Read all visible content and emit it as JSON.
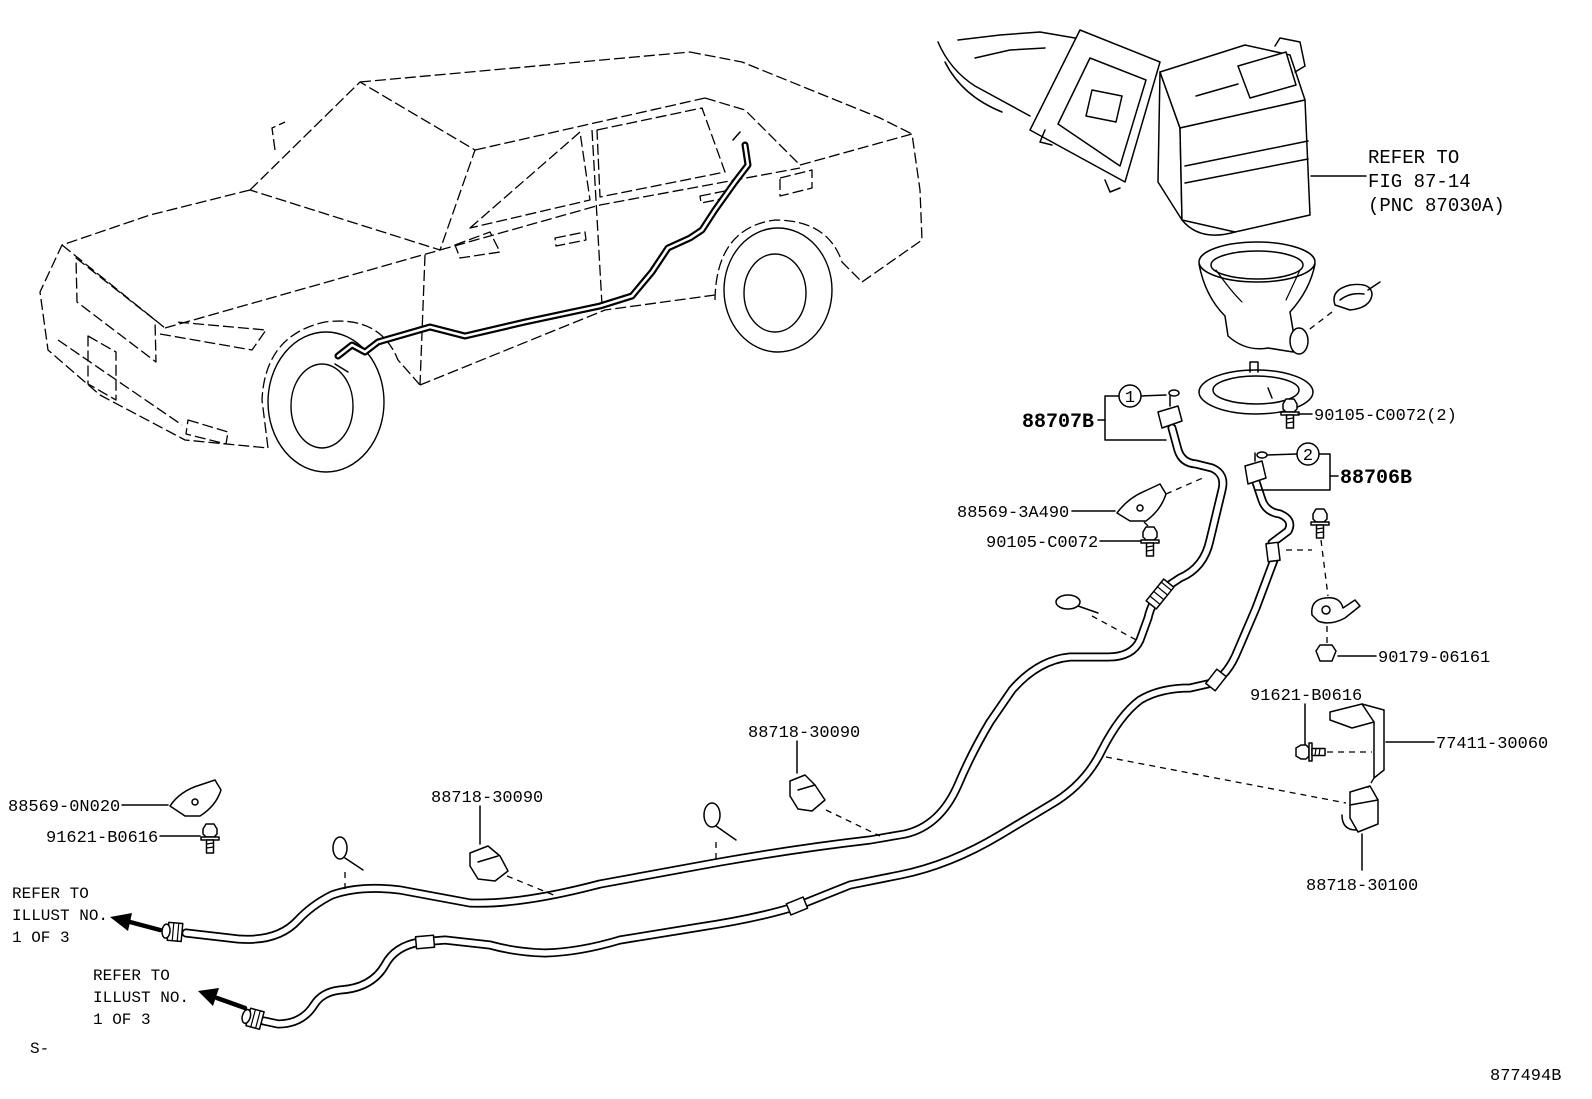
{
  "reference_top": {
    "line1": "REFER TO",
    "line2": "FIG 87-14",
    "line3": "(PNC 87030A)"
  },
  "reference_left_upper": {
    "line1": "REFER TO",
    "line2": "ILLUST NO.",
    "line3": "1 OF 3"
  },
  "reference_left_lower": {
    "line1": "REFER TO",
    "line2": "ILLUST NO.",
    "line3": "1 OF 3"
  },
  "callouts": {
    "circle_1": "1",
    "circle_2": "2"
  },
  "parts": {
    "p88707b": "88707B",
    "p88706b": "88706B",
    "p90105_c0072_2": "90105-C0072(2)",
    "p88569_3a490": "88569-3A490",
    "p90105_c0072": "90105-C0072",
    "p90179_06161": "90179-06161",
    "p91621_b0616_right": "91621-B0616",
    "p77411_30060": "77411-30060",
    "p88718_30090_upper": "88718-30090",
    "p88718_30090_lower": "88718-30090",
    "p88569_0n020": "88569-0N020",
    "p91621_b0616_left": "91621-B0616",
    "p88718_30100": "88718-30100"
  },
  "footer": {
    "section_mark": "S-",
    "illustration_number": "877494B"
  }
}
